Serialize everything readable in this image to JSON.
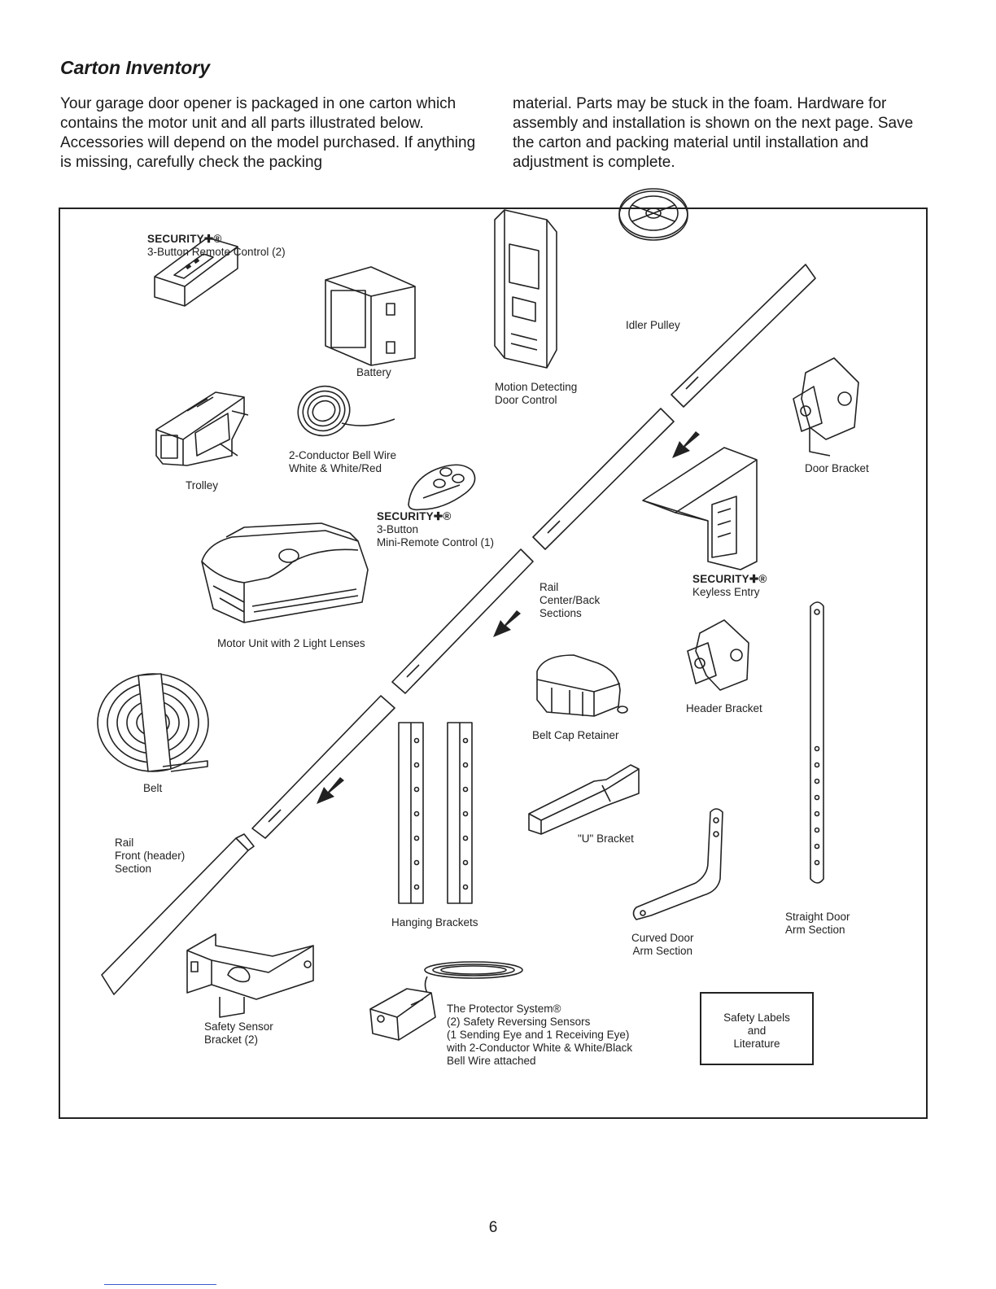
{
  "heading": "Carton Inventory",
  "intro": {
    "left": "Your garage door opener is packaged in one carton which contains the motor unit and all parts illustrated below. Accessories will depend on the model purchased. If anything is missing, carefully check the packing",
    "right": "material. Parts may be stuck in the foam. Hardware for assembly and installation is shown on the next page. Save the carton and packing material until installation and adjustment is complete."
  },
  "brand": "SECURITY✚®",
  "labels": {
    "remote_control": "3-Button Remote Control (2)",
    "battery": "Battery",
    "motion_control_1": "Motion Detecting",
    "motion_control_2": "Door Control",
    "idler_pulley": "Idler Pulley",
    "trolley": "Trolley",
    "bell_wire_1": "2-Conductor Bell Wire",
    "bell_wire_2": "White & White/Red",
    "mini_remote_1": "3-Button",
    "mini_remote_2": "Mini-Remote Control (1)",
    "door_bracket": "Door Bracket",
    "motor_unit": "Motor Unit with 2 Light Lenses",
    "rail_center_1": "Rail",
    "rail_center_2": "Center/Back",
    "rail_center_3": "Sections",
    "keyless_entry": "Keyless Entry",
    "belt": "Belt",
    "belt_cap_retainer": "Belt Cap Retainer",
    "header_bracket": "Header Bracket",
    "u_bracket": "\"U\" Bracket",
    "rail_front_1": "Rail",
    "rail_front_2": "Front (header)",
    "rail_front_3": "Section",
    "hanging_brackets": "Hanging Brackets",
    "curved_arm_1": "Curved Door",
    "curved_arm_2": "Arm Section",
    "straight_arm_1": "Straight Door",
    "straight_arm_2": "Arm Section",
    "sensor_bracket_1": "Safety Sensor",
    "sensor_bracket_2": "Bracket (2)",
    "protector_1": "The Protector System®",
    "protector_2": "(2) Safety Reversing Sensors",
    "protector_3": "(1 Sending Eye and 1 Receiving Eye)",
    "protector_4": "with 2-Conductor White & White/Black",
    "protector_5": "Bell Wire attached",
    "safety_1": "Safety Labels",
    "safety_2": "and",
    "safety_3": "Literature"
  },
  "page_number": "6"
}
